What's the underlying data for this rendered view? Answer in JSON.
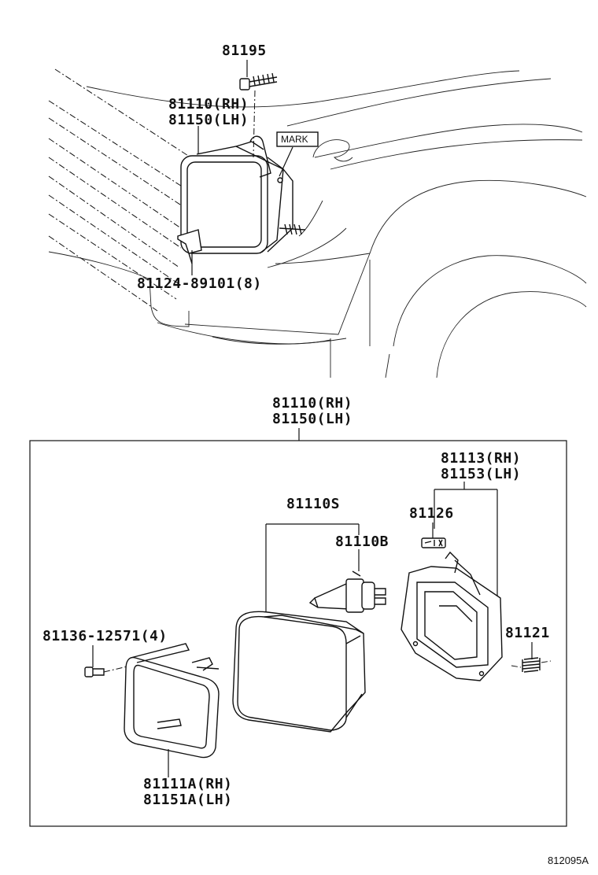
{
  "top_view": {
    "bolt_label": "81195",
    "headlamp_rh": "81110(RH)",
    "headlamp_lh": "81150(LH)",
    "mark_label": "MARK",
    "clip_label": "81124-89101(8)"
  },
  "exploded_view": {
    "assy_rh": "81110(RH)",
    "assy_lh": "81150(LH)",
    "housing_rh": "81113(RH)",
    "housing_lh": "81153(LH)",
    "unit_label": "81110S",
    "cap_label": "81126",
    "bulb_label": "81110B",
    "spring_label": "81121",
    "screw_label": "81136-12571(4)",
    "frame_rh": "81111A(RH)",
    "frame_lh": "81151A(LH)"
  },
  "diagram_code": "812095A"
}
